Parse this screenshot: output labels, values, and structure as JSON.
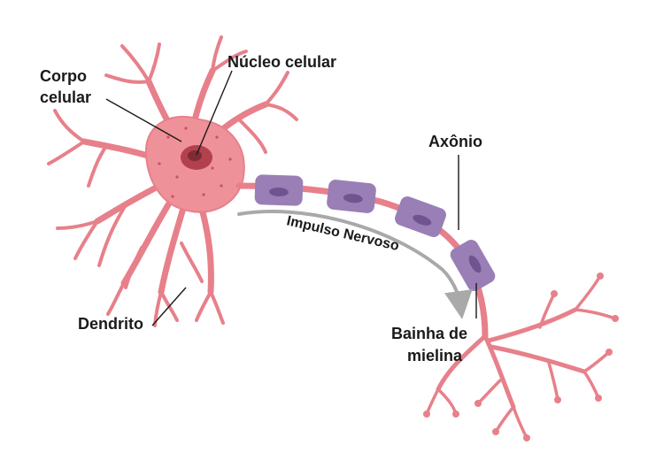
{
  "labels": {
    "corpo_celular_line1": "Corpo",
    "corpo_celular_line2": "celular",
    "nucleo_celular": "Núcleo celular",
    "axonio": "Axônio",
    "impulso_nervoso": "Impulso Nervoso",
    "dendrito": "Dendrito",
    "bainha_line1": "Bainha de",
    "bainha_line2": "mielina"
  },
  "colors": {
    "neuron": "#e7808a",
    "neuron_dark": "#d2606c",
    "soma_fill": "#ef9198",
    "nucleus": "#b2414e",
    "myelin": "#9a7fb6",
    "myelin_dark": "#6f5590",
    "arrow": "#a9a9a9"
  }
}
